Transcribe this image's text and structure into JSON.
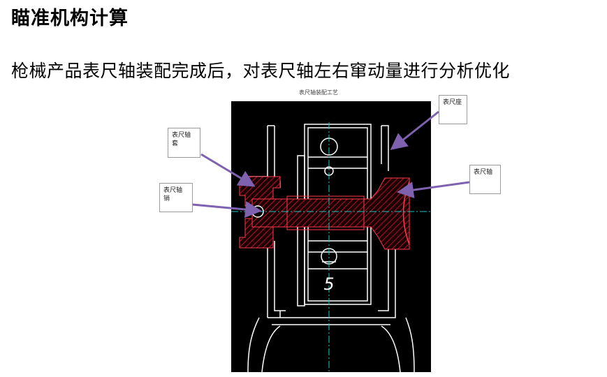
{
  "page": {
    "title": "瞄准机构计算",
    "subtitle": "枪械产品表尺轴装配完成后，对表尺轴左右窜动量进行分析优化"
  },
  "figure": {
    "caption": "表尺轴装配工艺",
    "number_label": "5",
    "callouts": {
      "sleeve_line1": "表尺轴",
      "sleeve_line2": "套",
      "pin_line1": "表尺轴",
      "pin_line2": "销",
      "seat": "表尺座",
      "shaft": "表尺轴"
    },
    "colors": {
      "background": "#000000",
      "lines": "#ffffff",
      "hatch": "#e0102a",
      "center_line": "#19c7c7",
      "arrow": "#7e62b0"
    }
  }
}
